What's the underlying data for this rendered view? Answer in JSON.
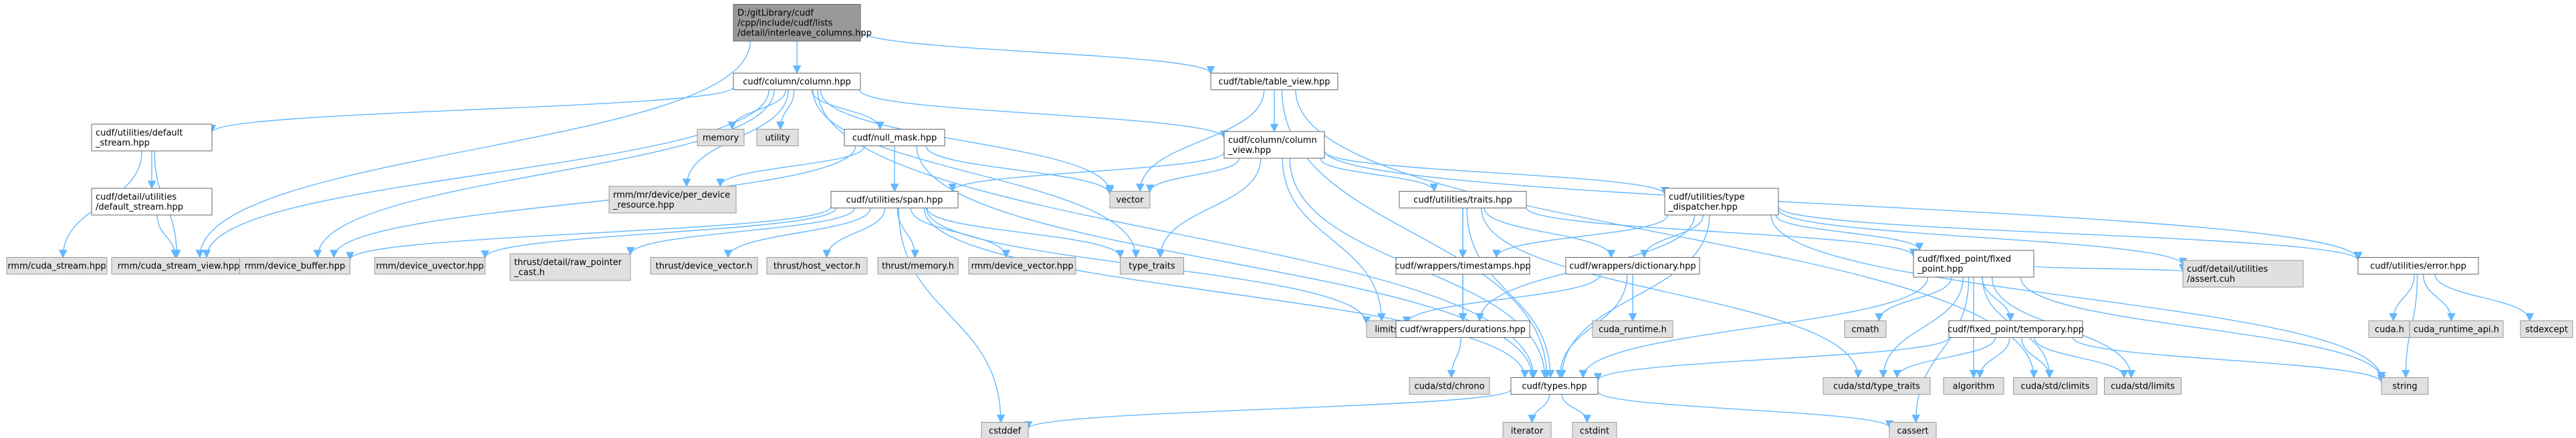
{
  "graph": {
    "colors": {
      "edge": "#63b8ff",
      "focus_fill": "#999999",
      "focus_stroke": "#666666",
      "node_fill": "#ffffff",
      "node_stroke": "#666666",
      "external_fill": "#e0e0e0",
      "external_stroke": "#999999",
      "text": "#000000"
    },
    "nodes": [
      {
        "id": "root",
        "kind": "focus",
        "lines": [
          "D:/gitLibrary/cudf",
          "/cpp/include/cudf/lists",
          "/detail/interleave_columns.hpp"
        ]
      },
      {
        "id": "column_hpp",
        "kind": "file",
        "lines": [
          "cudf/column/column.hpp"
        ]
      },
      {
        "id": "table_view",
        "kind": "file",
        "lines": [
          "cudf/table/table_view.hpp"
        ]
      },
      {
        "id": "default_stream",
        "kind": "file",
        "lines": [
          "cudf/utilities/default",
          "_stream.hpp"
        ]
      },
      {
        "id": "detail_default_stream",
        "kind": "file",
        "lines": [
          "cudf/detail/utilities",
          "/default_stream.hpp"
        ]
      },
      {
        "id": "memory",
        "kind": "external",
        "lines": [
          "memory"
        ]
      },
      {
        "id": "utility",
        "kind": "external",
        "lines": [
          "utility"
        ]
      },
      {
        "id": "null_mask",
        "kind": "file",
        "lines": [
          "cudf/null_mask.hpp"
        ]
      },
      {
        "id": "column_view",
        "kind": "file",
        "lines": [
          "cudf/column/column",
          "_view.hpp"
        ]
      },
      {
        "id": "per_device_resource",
        "kind": "external",
        "lines": [
          "rmm/mr/device/per_device",
          "_resource.hpp"
        ]
      },
      {
        "id": "vector",
        "kind": "external",
        "lines": [
          "vector"
        ]
      },
      {
        "id": "span",
        "kind": "file",
        "lines": [
          "cudf/utilities/span.hpp"
        ]
      },
      {
        "id": "traits",
        "kind": "file",
        "lines": [
          "cudf/utilities/traits.hpp"
        ]
      },
      {
        "id": "type_dispatcher",
        "kind": "file",
        "lines": [
          "cudf/utilities/type",
          "_dispatcher.hpp"
        ]
      },
      {
        "id": "cuda_stream",
        "kind": "external",
        "lines": [
          "rmm/cuda_stream.hpp"
        ]
      },
      {
        "id": "cuda_stream_view",
        "kind": "external",
        "lines": [
          "rmm/cuda_stream_view.hpp"
        ]
      },
      {
        "id": "device_buffer",
        "kind": "external",
        "lines": [
          "rmm/device_buffer.hpp"
        ]
      },
      {
        "id": "device_uvector",
        "kind": "external",
        "lines": [
          "rmm/device_uvector.hpp"
        ]
      },
      {
        "id": "raw_pointer_cast",
        "kind": "external",
        "lines": [
          "thrust/detail/raw_pointer",
          "_cast.h"
        ]
      },
      {
        "id": "thrust_device_vector",
        "kind": "external",
        "lines": [
          "thrust/device_vector.h"
        ]
      },
      {
        "id": "thrust_host_vector",
        "kind": "external",
        "lines": [
          "thrust/host_vector.h"
        ]
      },
      {
        "id": "thrust_memory",
        "kind": "external",
        "lines": [
          "thrust/memory.h"
        ]
      },
      {
        "id": "rmm_device_vector",
        "kind": "external",
        "lines": [
          "rmm/device_vector.hpp"
        ]
      },
      {
        "id": "type_traits",
        "kind": "external",
        "lines": [
          "type_traits"
        ]
      },
      {
        "id": "timestamps",
        "kind": "file",
        "lines": [
          "cudf/wrappers/timestamps.hpp"
        ]
      },
      {
        "id": "dictionary",
        "kind": "file",
        "lines": [
          "cudf/wrappers/dictionary.hpp"
        ]
      },
      {
        "id": "fixed_point",
        "kind": "file",
        "lines": [
          "cudf/fixed_point/fixed",
          "_point.hpp"
        ]
      },
      {
        "id": "assert_cuh",
        "kind": "external",
        "lines": [
          "cudf/detail/utilities",
          "/assert.cuh"
        ]
      },
      {
        "id": "error",
        "kind": "file",
        "lines": [
          "cudf/utilities/error.hpp"
        ]
      },
      {
        "id": "limits",
        "kind": "external",
        "lines": [
          "limits"
        ]
      },
      {
        "id": "durations",
        "kind": "file",
        "lines": [
          "cudf/wrappers/durations.hpp"
        ]
      },
      {
        "id": "cuda_runtime_h",
        "kind": "external",
        "lines": [
          "cuda_runtime.h"
        ]
      },
      {
        "id": "cmath",
        "kind": "external",
        "lines": [
          "cmath"
        ]
      },
      {
        "id": "temporary",
        "kind": "file",
        "lines": [
          "cudf/fixed_point/temporary.hpp"
        ]
      },
      {
        "id": "cuda_h",
        "kind": "external",
        "lines": [
          "cuda.h"
        ]
      },
      {
        "id": "cuda_runtime_api",
        "kind": "external",
        "lines": [
          "cuda_runtime_api.h"
        ]
      },
      {
        "id": "stdexcept",
        "kind": "external",
        "lines": [
          "stdexcept"
        ]
      },
      {
        "id": "cuda_std_type_traits",
        "kind": "external",
        "lines": [
          "cuda/std/type_traits"
        ]
      },
      {
        "id": "algorithm",
        "kind": "external",
        "lines": [
          "algorithm"
        ]
      },
      {
        "id": "climits",
        "kind": "external",
        "lines": [
          "cuda/std/climits"
        ]
      },
      {
        "id": "cuda_std_limits",
        "kind": "external",
        "lines": [
          "cuda/std/limits"
        ]
      },
      {
        "id": "string",
        "kind": "external",
        "lines": [
          "string"
        ]
      },
      {
        "id": "cuda_std_chrono",
        "kind": "external",
        "lines": [
          "cuda/std/chrono"
        ]
      },
      {
        "id": "types",
        "kind": "file",
        "lines": [
          "cudf/types.hpp"
        ]
      },
      {
        "id": "cstddef",
        "kind": "external",
        "lines": [
          "cstddef"
        ]
      },
      {
        "id": "iterator",
        "kind": "external",
        "lines": [
          "iterator"
        ]
      },
      {
        "id": "cstdint",
        "kind": "external",
        "lines": [
          "cstdint"
        ]
      },
      {
        "id": "cassert",
        "kind": "external",
        "lines": [
          "cassert"
        ]
      }
    ],
    "edges": [
      [
        "root",
        "column_hpp"
      ],
      [
        "root",
        "table_view"
      ],
      [
        "root",
        "cuda_stream_view"
      ],
      [
        "column_hpp",
        "default_stream"
      ],
      [
        "column_hpp",
        "memory"
      ],
      [
        "column_hpp",
        "utility"
      ],
      [
        "column_hpp",
        "null_mask"
      ],
      [
        "column_hpp",
        "column_view"
      ],
      [
        "column_hpp",
        "per_device_resource"
      ],
      [
        "column_hpp",
        "vector"
      ],
      [
        "column_hpp",
        "cuda_stream_view"
      ],
      [
        "column_hpp",
        "device_buffer"
      ],
      [
        "column_hpp",
        "type_traits"
      ],
      [
        "column_hpp",
        "types"
      ],
      [
        "table_view",
        "column_view"
      ],
      [
        "table_view",
        "vector"
      ],
      [
        "table_view",
        "types"
      ],
      [
        "table_view",
        "climits"
      ],
      [
        "default_stream",
        "detail_default_stream"
      ],
      [
        "default_stream",
        "cuda_stream"
      ],
      [
        "default_stream",
        "cuda_stream_view"
      ],
      [
        "detail_default_stream",
        "cuda_stream_view"
      ],
      [
        "null_mask",
        "span"
      ],
      [
        "null_mask",
        "vector"
      ],
      [
        "null_mask",
        "per_device_resource"
      ],
      [
        "null_mask",
        "device_buffer"
      ],
      [
        "null_mask",
        "types"
      ],
      [
        "column_view",
        "span"
      ],
      [
        "column_view",
        "vector"
      ],
      [
        "column_view",
        "traits"
      ],
      [
        "column_view",
        "type_dispatcher"
      ],
      [
        "column_view",
        "error"
      ],
      [
        "column_view",
        "limits"
      ],
      [
        "column_view",
        "type_traits"
      ],
      [
        "column_view",
        "types"
      ],
      [
        "span",
        "device_buffer"
      ],
      [
        "span",
        "device_uvector"
      ],
      [
        "span",
        "raw_pointer_cast"
      ],
      [
        "span",
        "thrust_device_vector"
      ],
      [
        "span",
        "thrust_host_vector"
      ],
      [
        "span",
        "thrust_memory"
      ],
      [
        "span",
        "rmm_device_vector"
      ],
      [
        "span",
        "type_traits"
      ],
      [
        "span",
        "limits"
      ],
      [
        "span",
        "cstddef"
      ],
      [
        "span",
        "types"
      ],
      [
        "traits",
        "timestamps"
      ],
      [
        "traits",
        "dictionary"
      ],
      [
        "traits",
        "fixed_point"
      ],
      [
        "traits",
        "durations"
      ],
      [
        "traits",
        "cuda_std_type_traits"
      ],
      [
        "traits",
        "types"
      ],
      [
        "type_dispatcher",
        "timestamps"
      ],
      [
        "type_dispatcher",
        "dictionary"
      ],
      [
        "type_dispatcher",
        "fixed_point"
      ],
      [
        "type_dispatcher",
        "assert_cuh"
      ],
      [
        "type_dispatcher",
        "error"
      ],
      [
        "type_dispatcher",
        "durations"
      ],
      [
        "type_dispatcher",
        "string"
      ],
      [
        "type_dispatcher",
        "types"
      ],
      [
        "timestamps",
        "durations"
      ],
      [
        "dictionary",
        "limits"
      ],
      [
        "dictionary",
        "cuda_runtime_h"
      ],
      [
        "dictionary",
        "types"
      ],
      [
        "fixed_point",
        "assert_cuh"
      ],
      [
        "fixed_point",
        "cmath"
      ],
      [
        "fixed_point",
        "temporary"
      ],
      [
        "fixed_point",
        "cuda_std_type_traits"
      ],
      [
        "fixed_point",
        "algorithm"
      ],
      [
        "fixed_point",
        "climits"
      ],
      [
        "fixed_point",
        "cuda_std_limits"
      ],
      [
        "fixed_point",
        "string"
      ],
      [
        "fixed_point",
        "cassert"
      ],
      [
        "fixed_point",
        "types"
      ],
      [
        "error",
        "cuda_h"
      ],
      [
        "error",
        "cuda_runtime_api"
      ],
      [
        "error",
        "stdexcept"
      ],
      [
        "error",
        "string"
      ],
      [
        "durations",
        "cuda_std_chrono"
      ],
      [
        "temporary",
        "cuda_std_type_traits"
      ],
      [
        "temporary",
        "algorithm"
      ],
      [
        "temporary",
        "climits"
      ],
      [
        "temporary",
        "cuda_std_limits"
      ],
      [
        "temporary",
        "string"
      ],
      [
        "temporary",
        "types"
      ],
      [
        "types",
        "cstddef"
      ],
      [
        "types",
        "iterator"
      ],
      [
        "types",
        "cstdint"
      ],
      [
        "types",
        "cassert"
      ]
    ]
  }
}
